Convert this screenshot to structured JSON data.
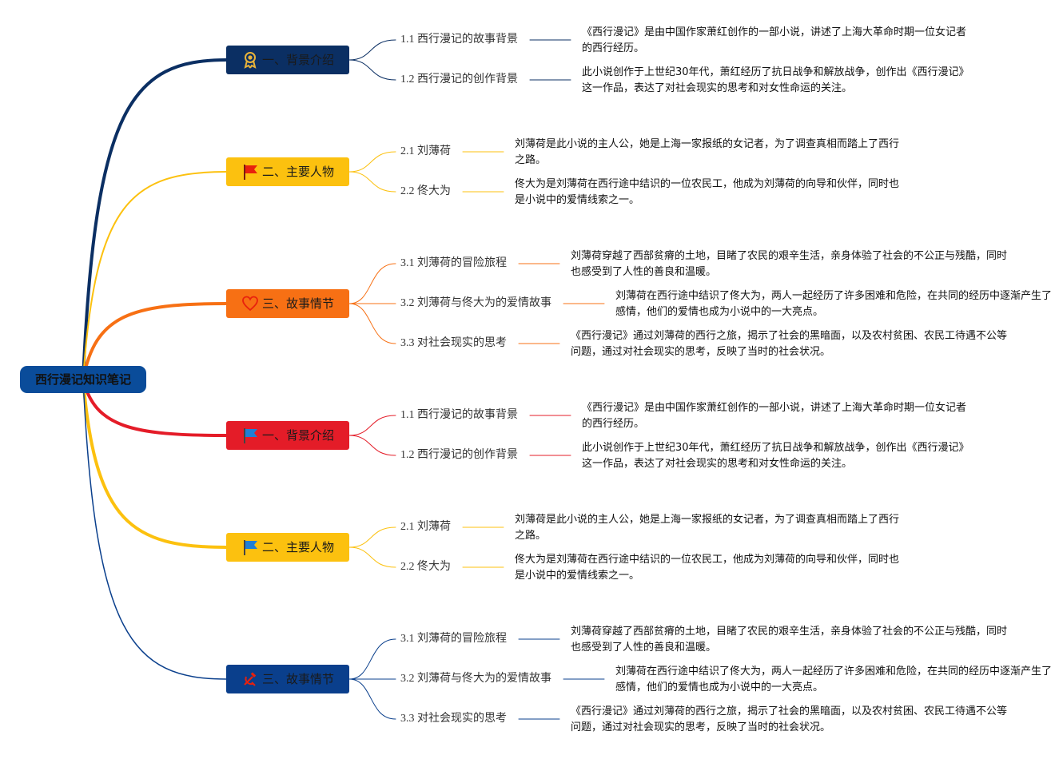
{
  "root": {
    "title": "西行漫记知识笔记",
    "color": "#0a4c9a"
  },
  "branches": [
    {
      "title": "一、背景介绍",
      "icon": "award-ribbon-icon",
      "color": "#0b2f63",
      "text_color": "#1a1a1a",
      "children": [
        {
          "label": "1.1 西行漫记的故事背景",
          "text": "《西行漫记》是由中国作家萧红创作的一部小说，讲述了上海大革命时期一位女记者的西行经历。"
        },
        {
          "label": "1.2 西行漫记的创作背景",
          "text": "此小说创作于上世纪30年代，萧红经历了抗日战争和解放战争，创作出《西行漫记》这一作品，表达了对社会现实的思考和对女性命运的关注。"
        }
      ]
    },
    {
      "title": "二、主要人物",
      "icon": "red-flag-icon",
      "color": "#fcc10f",
      "text_color": "#1a1a1a",
      "children": [
        {
          "label": "2.1 刘薄荷",
          "text": "刘薄荷是此小说的主人公，她是上海一家报纸的女记者，为了调查真相而踏上了西行之路。"
        },
        {
          "label": "2.2 佟大为",
          "text": "佟大为是刘薄荷在西行途中结识的一位农民工，他成为刘薄荷的向导和伙伴，同时也是小说中的爱情线索之一。"
        }
      ]
    },
    {
      "title": "三、故事情节",
      "icon": "heart-icon",
      "color": "#f77014",
      "text_color": "#1a1a1a",
      "children": [
        {
          "label": "3.1 刘薄荷的冒险旅程",
          "text": "刘薄荷穿越了西部贫瘠的土地，目睹了农民的艰辛生活，亲身体验了社会的不公正与残酷，同时也感受到了人性的善良和温暖。"
        },
        {
          "label": "3.2 刘薄荷与佟大为的爱情故事",
          "text": "刘薄荷在西行途中结识了佟大为，两人一起经历了许多困难和危险，在共同的经历中逐渐产生了感情，他们的爱情也成为小说中的一大亮点。"
        },
        {
          "label": "3.3 对社会现实的思考",
          "text": "《西行漫记》通过刘薄荷的西行之旅，揭示了社会的黑暗面，以及农村贫困、农民工待遇不公等问题，通过对社会现实的思考，反映了当时的社会状况。"
        }
      ]
    },
    {
      "title": "一、背景介绍",
      "icon": "blue-flag-icon",
      "color": "#e41c28",
      "text_color": "#1a1a1a",
      "children": [
        {
          "label": "1.1 西行漫记的故事背景",
          "text": "《西行漫记》是由中国作家萧红创作的一部小说，讲述了上海大革命时期一位女记者的西行经历。"
        },
        {
          "label": "1.2 西行漫记的创作背景",
          "text": "此小说创作于上世纪30年代，萧红经历了抗日战争和解放战争，创作出《西行漫记》这一作品，表达了对社会现实的思考和对女性命运的关注。"
        }
      ]
    },
    {
      "title": "二、主要人物",
      "icon": "blue-flag-icon",
      "color": "#fcc10f",
      "text_color": "#1a1a1a",
      "children": [
        {
          "label": "2.1 刘薄荷",
          "text": "刘薄荷是此小说的主人公，她是上海一家报纸的女记者，为了调查真相而踏上了西行之路。"
        },
        {
          "label": "2.2 佟大为",
          "text": "佟大为是刘薄荷在西行途中结识的一位农民工，他成为刘薄荷的向导和伙伴，同时也是小说中的爱情线索之一。"
        }
      ]
    },
    {
      "title": "三、故事情节",
      "icon": "hammer-sickle-icon",
      "color": "#0a3f8c",
      "text_color": "#1a1a1a",
      "children": [
        {
          "label": "3.1 刘薄荷的冒险旅程",
          "text": "刘薄荷穿越了西部贫瘠的土地，目睹了农民的艰辛生活，亲身体验了社会的不公正与残酷，同时也感受到了人性的善良和温暖。"
        },
        {
          "label": "3.2 刘薄荷与佟大为的爱情故事",
          "text": "刘薄荷在西行途中结识了佟大为，两人一起经历了许多困难和危险，在共同的经历中逐渐产生了感情，他们的爱情也成为小说中的一大亮点。"
        },
        {
          "label": "3.3 对社会现实的思考",
          "text": "《西行漫记》通过刘薄荷的西行之旅，揭示了社会的黑暗面，以及农村贫困、农民工待遇不公等问题，通过对社会现实的思考，反映了当时的社会状况。"
        }
      ]
    }
  ]
}
